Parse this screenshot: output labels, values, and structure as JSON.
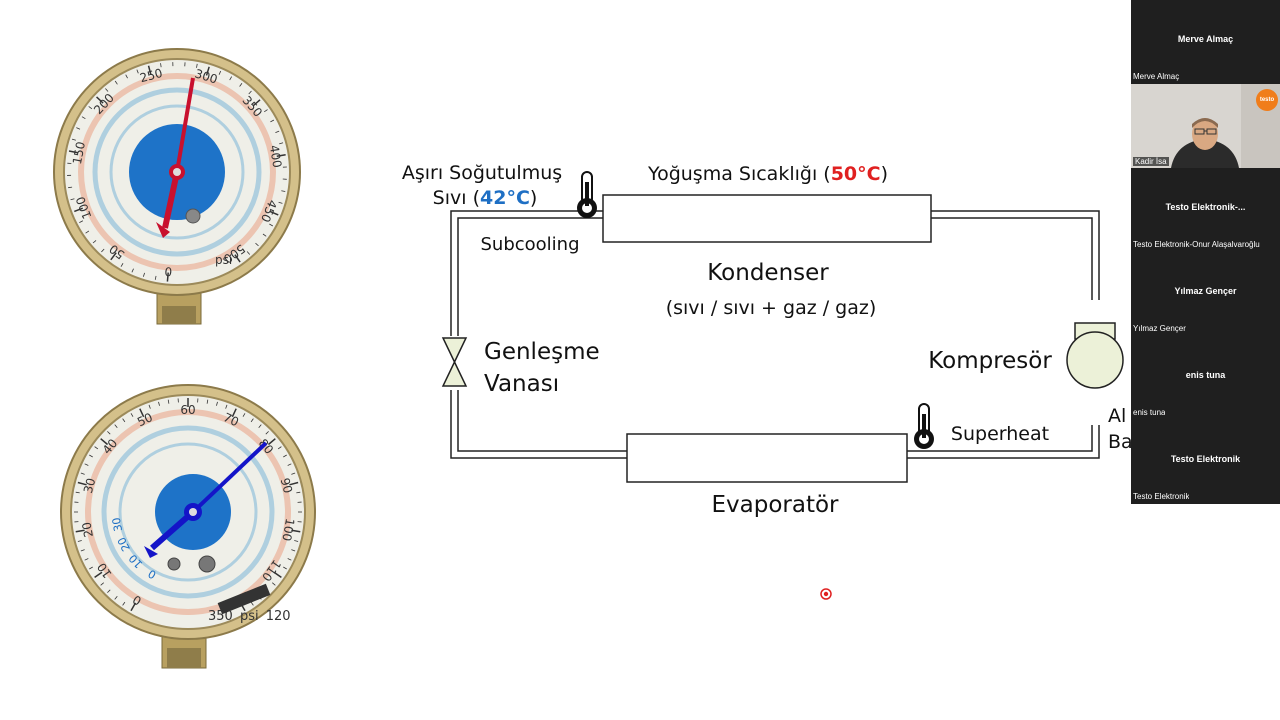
{
  "slide": {
    "labels": {
      "subcooled_line1": "Aşırı Soğutulmuş",
      "subcooled_line2_prefix": "Sıvı (",
      "subcooled_temp": "42°C",
      "subcooled_line2_suffix": ")",
      "condensing_prefix": "Yoğuşma Sıcaklığı (",
      "condensing_temp": "50°C",
      "condensing_suffix": ")",
      "subcooling": "Subcooling",
      "condenser": "Kondenser",
      "condenser_states": "(sıvı / sıvı + gaz / gaz)",
      "expansion_valve_line1": "Genleşme",
      "expansion_valve_line2": "Vanası",
      "compressor": "Kompresör",
      "superheat": "Superheat",
      "evaporator": "Evaporatör",
      "cut_text_1": "Al",
      "cut_text_2": "Ba"
    },
    "colors": {
      "subcooled_temp": "#1e6fc4",
      "condensing_temp": "#e02020",
      "high_gauge_needle": "#c8102e",
      "low_gauge_needle": "#1414c8",
      "gauge_center": "#1e73c8",
      "laser_pointer": "#e02020"
    },
    "high_gauge": {
      "scale": [
        "0",
        "50",
        "100",
        "150",
        "200",
        "250",
        "300",
        "350",
        "400",
        "450",
        "500"
      ],
      "unit": "psi"
    },
    "low_gauge": {
      "scale_outer": [
        "0",
        "10",
        "20",
        "30",
        "40",
        "50",
        "60",
        "70",
        "80",
        "90",
        "100",
        "110",
        "120"
      ],
      "scale_inner": [
        "0",
        "10",
        "20",
        "30"
      ],
      "unit_value": "350",
      "unit": "psi",
      "max_mark": "120"
    }
  },
  "participants": [
    {
      "name": "Merve Almaç",
      "caption": "Merve Almaç",
      "video": false
    },
    {
      "name": "",
      "caption": "Kadir İsa",
      "video": true,
      "badge": "testo"
    },
    {
      "name": "Testo Elektronik-...",
      "caption": "Testo Elektronik-Onur Alaşalvaroğlu",
      "video": false
    },
    {
      "name": "Yılmaz Gençer",
      "caption": "Yılmaz Gençer",
      "video": false
    },
    {
      "name": "enis tuna",
      "caption": "enis tuna",
      "video": false
    },
    {
      "name": "Testo Elektronik",
      "caption": "Testo Elektronik",
      "video": false
    }
  ]
}
